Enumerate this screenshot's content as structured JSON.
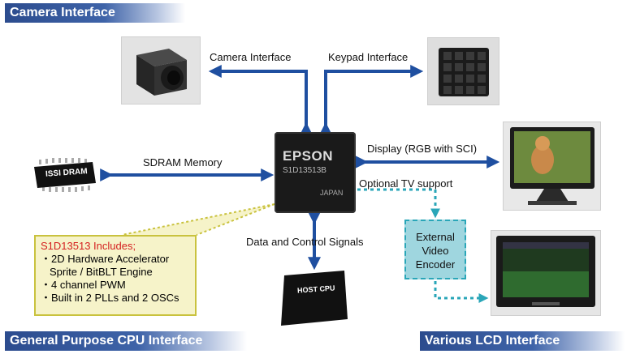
{
  "banners": {
    "top": "Camera Interface",
    "bottom_left": "General Purpose CPU Interface",
    "bottom_right": "Various LCD Interface"
  },
  "labels": {
    "camera": "Camera Interface",
    "keypad": "Keypad Interface",
    "sdram": "SDRAM Memory",
    "display": "Display (RGB with SCI)",
    "tv": "Optional TV support",
    "data_control": "Data and Control Signals"
  },
  "chip": {
    "brand": "EPSON",
    "part": "S1D13513B",
    "origin": "JAPAN"
  },
  "sdram_chip": {
    "text": "ISSI DRAM"
  },
  "host_cpu": {
    "text": "HOST CPU"
  },
  "callout": {
    "title": "S1D13513 Includes;",
    "items": [
      "・2D Hardware Accelerator",
      "  Sprite / BitBLT Engine",
      "・4 channel PWM",
      "・Built in 2 PLLs and 2 OSCs"
    ]
  },
  "encoder": {
    "line1": "External",
    "line2": "Video",
    "line3": "Encoder"
  },
  "colors": {
    "arrow": "#1f4fa0",
    "teal": "#2aa6b8",
    "callout_border": "#c9c23e",
    "title_red": "#d42020"
  },
  "icons": {
    "camera": "camera-photo",
    "keypad": "keypad-photo",
    "monitor": "monitor-photo",
    "tv": "tv-photo"
  }
}
